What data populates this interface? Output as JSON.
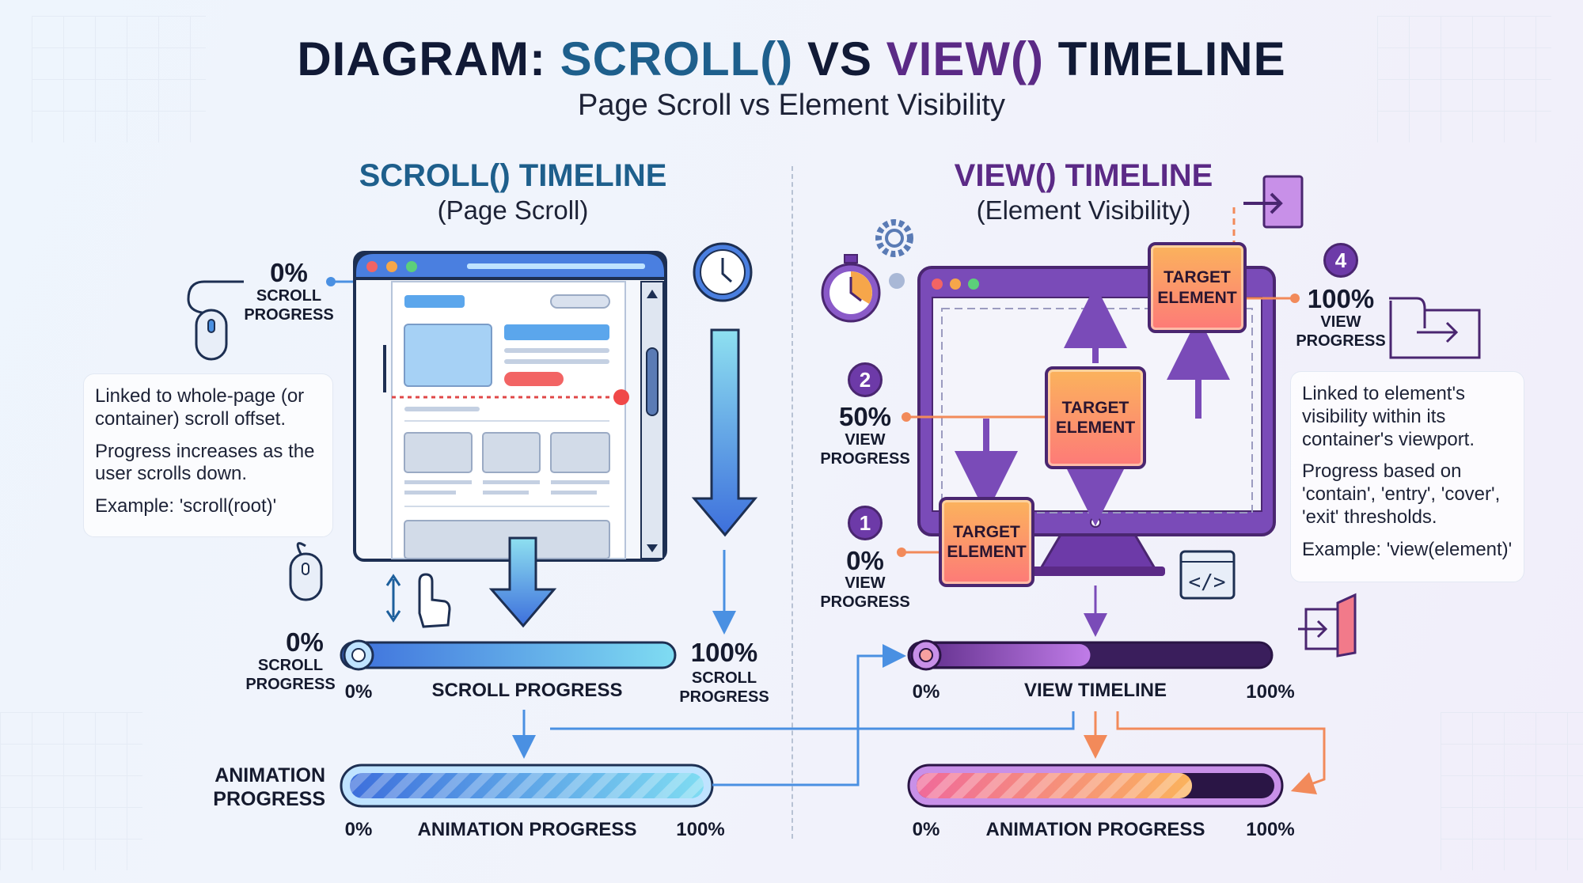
{
  "header": {
    "title_prefix": "DIAGRAM: ",
    "title_scroll": "SCROLL()",
    "title_vs": " VS ",
    "title_view": "VIEW()",
    "title_suffix": " TIMELINE",
    "subtitle": "Page Scroll vs Element Visibility"
  },
  "colors": {
    "scroll_accent": "#1e5f8c",
    "view_accent": "#5b2a86",
    "orange": "#f28a5a",
    "blue": "#4a90e2"
  },
  "scroll": {
    "heading": "SCROLL() TIMELINE",
    "subheading": "(Page Scroll)",
    "top_marker": {
      "value": "0%",
      "label1": "SCROLL",
      "label2": "PROGRESS"
    },
    "info": [
      "Linked to whole-page (or container) scroll offset.",
      "Progress increases as the user scrolls down.",
      "Example: 'scroll(root)'"
    ],
    "bar_start": {
      "value": "0%",
      "label1": "SCROLL",
      "label2": "PROGRESS"
    },
    "bar_end": {
      "value": "100%",
      "label1": "SCROLL",
      "label2": "PROGRESS"
    },
    "bar_axis": {
      "start": "0%",
      "label": "SCROLL PROGRESS"
    },
    "bar_progress": 0,
    "anim": {
      "side_label1": "ANIMATION",
      "side_label2": "PROGRESS",
      "start": "0%",
      "label": "ANIMATION PROGRESS",
      "end": "100%",
      "progress": 1
    }
  },
  "view": {
    "heading": "VIEW() TIMELINE",
    "subheading": "(Element Visibility)",
    "target_label1": "TARGET",
    "target_label2": "ELEMENT",
    "steps": [
      {
        "badge": "1",
        "value": "0%",
        "label1": "VIEW",
        "label2": "PROGRESS"
      },
      {
        "badge": "2",
        "value": "50%",
        "label1": "VIEW",
        "label2": "PROGRESS"
      },
      {
        "badge": "4",
        "value": "100%",
        "label1": "VIEW",
        "label2": "PROGRESS"
      }
    ],
    "info": [
      "Linked to element's visibility within its container's viewport.",
      "Progress based on 'contain', 'entry', 'cover', 'exit' thresholds.",
      "Example: 'view(element)'"
    ],
    "bar_axis": {
      "start": "0%",
      "label": "VIEW TIMELINE",
      "end": "100%"
    },
    "bar_progress": 0.5,
    "anim": {
      "start": "0%",
      "label": "ANIMATION PROGRESS",
      "end": "100%",
      "progress": 0.77
    }
  }
}
